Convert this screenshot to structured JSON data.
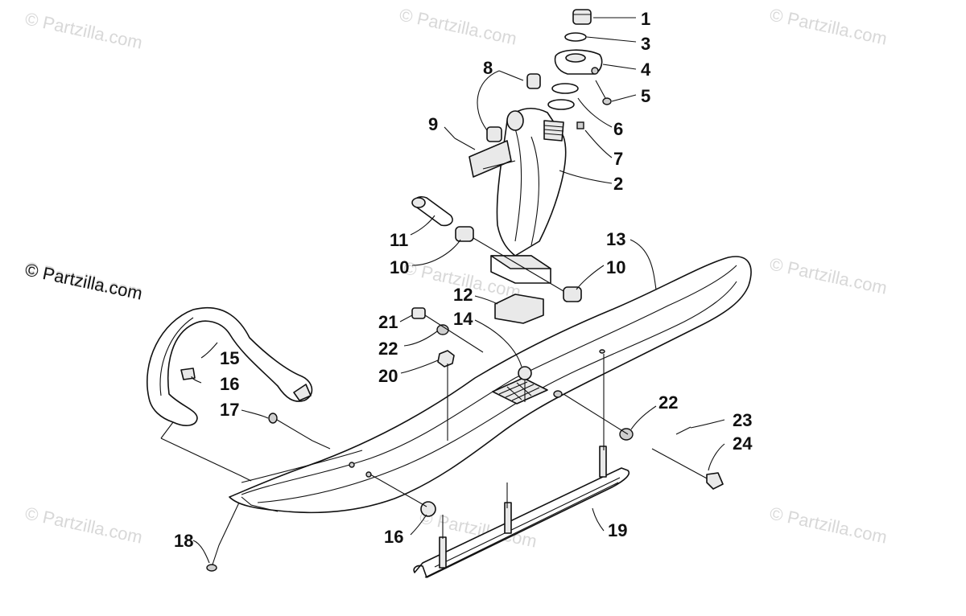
{
  "watermarks": [
    "© Partzilla.com",
    "© Partzilla.com",
    "© Partzilla.com",
    "© Partzilla.com",
    "© Partzilla.com",
    "© Partzilla.com",
    "© Partzilla.com",
    "© Partzilla.com",
    "© Partzilla.com"
  ],
  "brand_label": "© Partzilla.com",
  "callouts": [
    "1",
    "3",
    "4",
    "5",
    "8",
    "6",
    "9",
    "7",
    "2",
    "11",
    "13",
    "10",
    "10",
    "12",
    "21",
    "14",
    "22",
    "20",
    "15",
    "16",
    "17",
    "22",
    "23",
    "24",
    "18",
    "16",
    "19"
  ]
}
